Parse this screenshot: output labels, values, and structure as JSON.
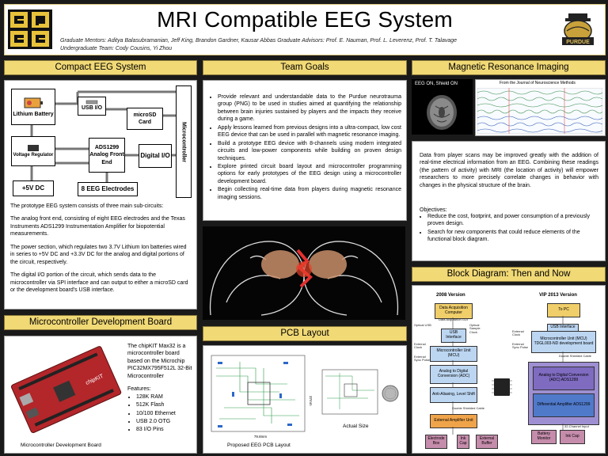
{
  "header": {
    "title": "MRI Compatible EEG System",
    "mentors": "Graduate Mentors: Aditya Balasubramanian, Jeff King, Brandon Gardner, Kausar Abbas Graduate Advisors: Prof. E. Nauman, Prof. L. Leverenz, Prof. T. Talavage",
    "team": "Undergraduate Team: Cody Cousins, Yi Zhou",
    "left_logo_text": "epics",
    "right_logo_text": "PURDUE"
  },
  "compact_eeg": {
    "heading": "Compact EEG System",
    "diagram": {
      "lithium_battery": "Lithium Battery",
      "voltage_regulator": "Voltage Regulator",
      "plus5v": "+5V DC",
      "usb_io": "USB I/O",
      "microsd": "microSD Card",
      "ads1299": "ADS1299 Analog Front End",
      "digital_io": "Digital I/O",
      "electrodes": "8 EEG Electrodes",
      "microcontroller": "Microcontroller"
    },
    "paragraphs": [
      "The prototype EEG system consists of three main sub-circuits:",
      "The analog front end, consisting of eight EEG electrodes and the Texas Instruments ADS1299 Instrumentation Amplifier for biopotential measurements.",
      "The power section, which regulates two 3.7V Lithium Ion batteries wired in series to +5V DC and +3.3V DC for the analog and digital portions of the circuit, respectively.",
      "The digital I/O portion of the circuit, which sends data to the microcontroller via SPI interface and can output to either a microSD card or the development board's USB interface."
    ]
  },
  "mcu_dev": {
    "heading": "Microcontroller Development Board",
    "desc": "The chipKIT Max32 is a microcontroller board based on the Microchip PIC32MX795F512L 32-Bit Microcontroller",
    "features_label": "Features:",
    "features": [
      "128K RAM",
      "512K Flash",
      "10/100 Ethernet",
      "USB 2.0 OTG",
      "83 I/O Pins"
    ],
    "caption": "Microcontroller Development Board",
    "board_label": "chipKIT"
  },
  "team_goals": {
    "heading": "Team Goals",
    "items": [
      "Provide relevant and understandable data to the Purdue neurotrauma group (PNG) to be used in studies aimed at quantifying the relationship between brain injuries sustained by players and the impacts they receive during a game.",
      "Apply lessons learned from previous designs into a ultra-compact, low cost EEG device that can be used in parallel with magnetic resonance imaging.",
      "Build a prototype EEG device with 8-channels using modern integrated circuits and low-power components while building on proven design techniques.",
      "Explore printed circuit board layout and microcontroller programming options for early prototypes of the EEG design using a microcontroller development board.",
      "Begin collecting real-time data from players during magnetic resonance imaging sessions."
    ]
  },
  "pcb": {
    "heading": "PCB Layout",
    "caption_left": "Proposed EEG PCB Layout",
    "caption_right": "Actual Size",
    "dim_w": "79.8mm",
    "dim_h": "37mm"
  },
  "mri": {
    "heading": "Magnetic Resonance Imaging",
    "img_label": "EEG ON, Shield ON",
    "journal_label": "From the Journal of Neuroscience Methods",
    "paragraph": "Data from player scans may be improved greatly with the addition of real-time electrical information from an EEG. Combining these readings (the pattern of activity) with MRI (the location of activity) will empower researchers to more precisely correlate changes in behavior with changes in the physical structure of the brain.",
    "objectives_label": "Objectives:",
    "objectives": [
      "Reduce the cost, footprint, and power consumption of a previously proven design.",
      "Search for new components that could reduce elements of the functional block diagram."
    ]
  },
  "block_diagram": {
    "heading": "Block Diagram: Then and Now",
    "old": {
      "title": "2008 Version",
      "daq": "Data Acquisition Computer",
      "daq_sub": "Data Acquisition GUI",
      "usb": "USB Interface",
      "mcu": "Microcontroller Unit (MCU)",
      "adc": "Analog to Digital Conversion (ADC)",
      "filter": "Anti-Aliasing, Level Shift",
      "amp": "External Amplifier Unit",
      "electrode": "Electrode Box",
      "ink": "Ink Cap",
      "buffer": "External Buffer",
      "optical_usb": "Optical USB",
      "optical_sample": "Optical Sample Clock",
      "ext_clock": "External Clock",
      "ext_sync": "External Sync Pulse",
      "shielded": "Double Shielded Cable"
    },
    "new": {
      "title": "VIP 2013 Version",
      "topc": "To PC",
      "usb": "USB Interface",
      "mcu": "Microcontroller Unit (MCU) TDGL003-ND development board",
      "adc": "Analog to Digital Conversion (ADC) ADS1299",
      "diff": "Differential Amplifier ADS1299",
      "battery": "Battery Monitor",
      "ink": "Ink Cap",
      "ext_clock": "External Clock",
      "ext_sync": "External Sync Pulse",
      "shielded": "Double Shielded Cable",
      "channel": "32-Channel Input"
    }
  },
  "colors": {
    "gold": "#f1d976",
    "background": "#1a1a1a",
    "old_blocks": "#f0ce6a",
    "new_blocks": "#9e8fd2",
    "adc_new": "#7f6bc0",
    "diff_new": "#4f79c9",
    "pink_blocks": "#c58cab"
  }
}
